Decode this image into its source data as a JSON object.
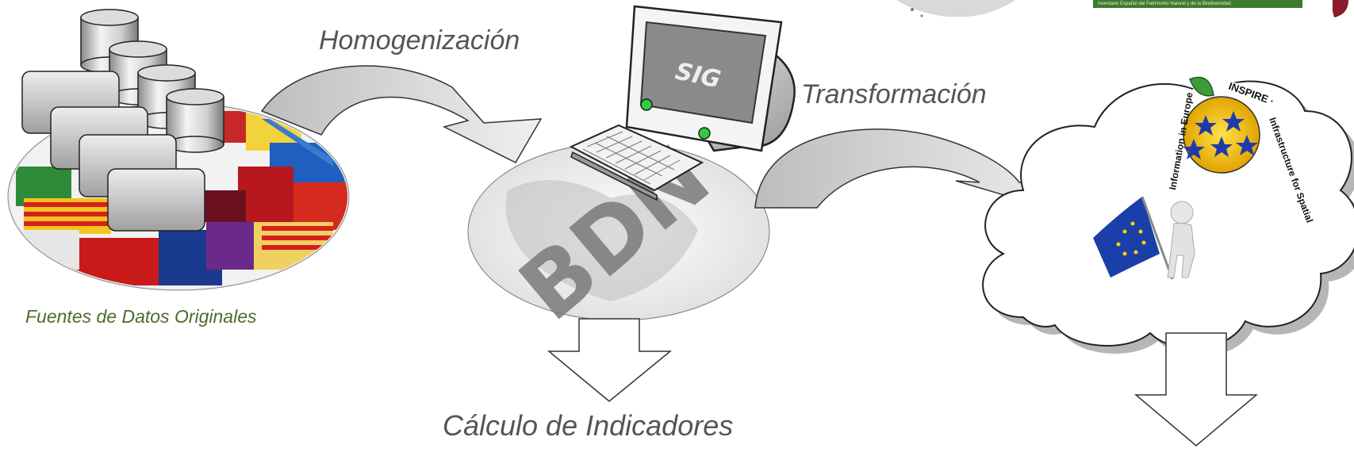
{
  "labels": {
    "homogenizacion": "Homogenización",
    "transformacion": "Transformación",
    "fuentes": "Fuentes de Datos Originales",
    "calculo": "Cálculo de Indicadores"
  },
  "monitor_screen_text": "SIG",
  "bdn_text": "BDN",
  "inspire_logo": {
    "top_text": "INSPIRE ·",
    "right_text": "Infrastructure for Spatial",
    "left_text": "Information in Europe"
  },
  "header_banner_text": "Inventario Español del Patrimonio Natural y de la Biodiversidad",
  "colors": {
    "arrow_fill": "#c8c8c8",
    "arrow_outline": "#333333",
    "label_gray": "#555555",
    "label_green": "#4e6b2c",
    "banner_green": "#3d7a2d",
    "corner_logo": "#8b1a2b"
  },
  "icons": [
    "database-stack-icon",
    "monitor-icon",
    "keyboard-icon",
    "cloud-icon",
    "eu-flag-icon",
    "inspire-logo-icon",
    "spain-regions-map",
    "bdn-disc"
  ]
}
